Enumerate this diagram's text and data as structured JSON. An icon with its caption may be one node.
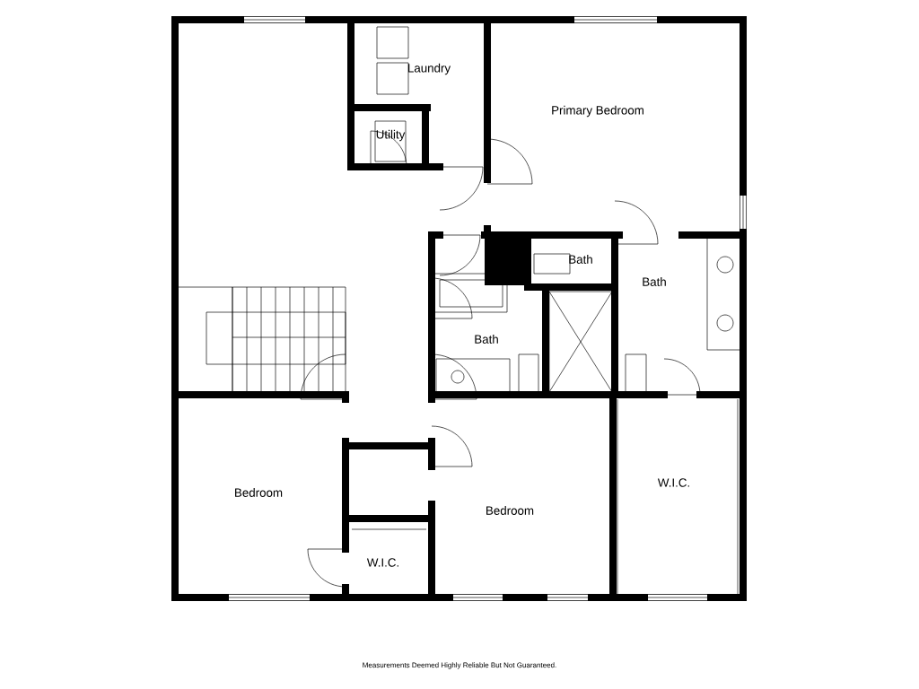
{
  "diagram": {
    "labels": [
      "Laundry",
      "Primary Bedroom",
      "Utility",
      "Bath",
      "Bath",
      "Bath",
      "Bedroom",
      "W.I.C.",
      "Bedroom",
      "W.I.C.",
      "Measurements Deemed Highly Reliable But Not Guaranteed."
    ]
  }
}
